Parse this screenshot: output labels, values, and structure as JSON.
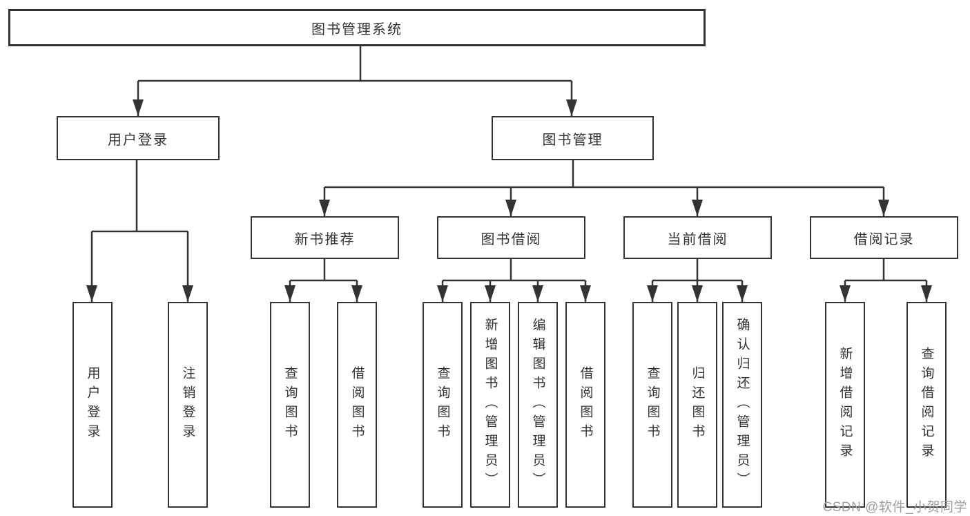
{
  "diagram": {
    "root": {
      "label": "图书管理系统"
    },
    "level2": {
      "user_login": {
        "label": "用户登录",
        "children": [
          {
            "label": "用户登录"
          },
          {
            "label": "注销登录"
          }
        ]
      },
      "book_mgmt": {
        "label": "图书管理"
      }
    },
    "level3": {
      "new_book_rec": {
        "label": "新书推荐",
        "children": [
          {
            "label": "查询图书"
          },
          {
            "label": "借阅图书"
          }
        ]
      },
      "book_borrowing": {
        "label": "图书借阅",
        "children": [
          {
            "label": "查询图书"
          },
          {
            "label": "新增图书（管理员）"
          },
          {
            "label": "编辑图书（管理员）"
          },
          {
            "label": "借阅图书"
          }
        ]
      },
      "current_borrowing": {
        "label": "当前借阅",
        "children": [
          {
            "label": "查询图书"
          },
          {
            "label": "归还图书"
          },
          {
            "label": "确认归还（管理员）"
          }
        ]
      },
      "borrowing_records": {
        "label": "借阅记录",
        "children": [
          {
            "label": "新增借阅记录"
          },
          {
            "label": "查询借阅记录"
          }
        ]
      }
    }
  },
  "watermark": {
    "text": "CSDN @软件_小贺同学"
  },
  "colors": {
    "line": "#333333",
    "box_border": "#333333",
    "text": "#333333",
    "watermark": "#9e9e9e",
    "background": "#ffffff"
  }
}
